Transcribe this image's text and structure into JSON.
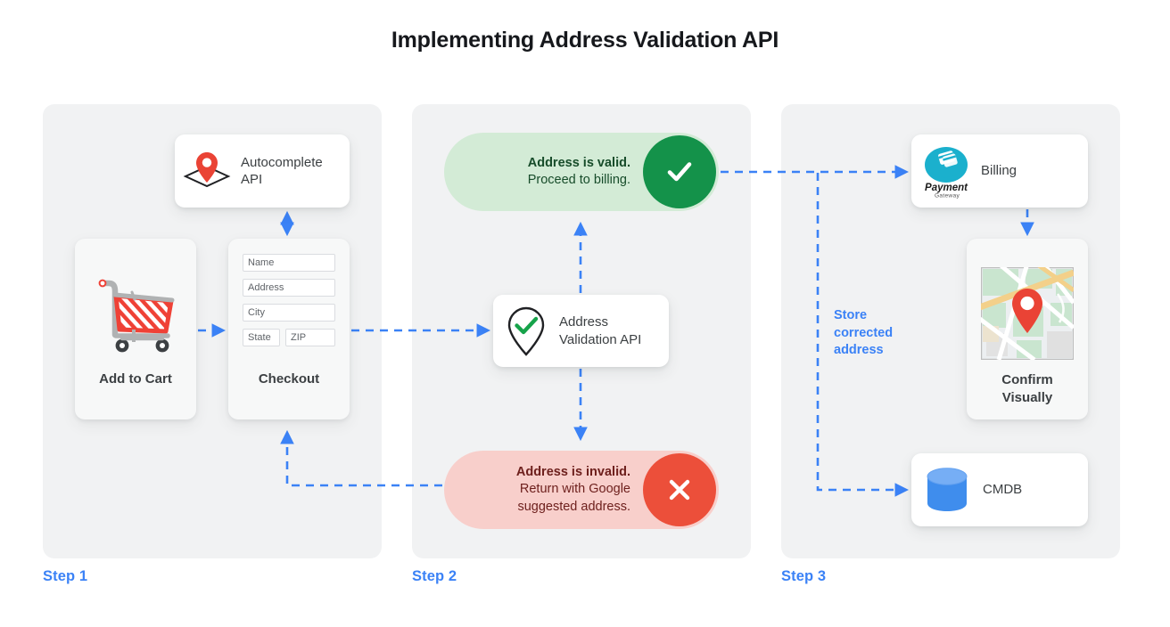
{
  "title": "Implementing Address Validation API",
  "accent": {
    "blue": "#3b82f6",
    "green": "#14924a",
    "green_pill": "#d3ebd6",
    "green_text": "#174c2a",
    "red": "#ec4f3a",
    "red_pill": "#f8cfcb",
    "red_text": "#6d1f1c",
    "panel": "#f1f2f3",
    "card": "#ffffff"
  },
  "steps": [
    {
      "label": "Step 1"
    },
    {
      "label": "Step 2"
    },
    {
      "label": "Step 3"
    }
  ],
  "step1": {
    "autocomplete": {
      "label_line1": "Autocomplete",
      "label_line2": "API",
      "icon": "map-pin-diamond-icon"
    },
    "add_to_cart": {
      "label": "Add to Cart",
      "icon": "shopping-cart-icon"
    },
    "checkout": {
      "label": "Checkout",
      "fields": [
        {
          "name": "name-field",
          "placeholder": "Name"
        },
        {
          "name": "address-field",
          "placeholder": "Address"
        },
        {
          "name": "city-field",
          "placeholder": "City"
        },
        {
          "name": "state-field",
          "placeholder": "State"
        },
        {
          "name": "zip-field",
          "placeholder": "ZIP"
        }
      ]
    }
  },
  "step2": {
    "valid": {
      "line1": "Address is valid.",
      "line2": "Proceed to billing.",
      "badge_icon": "check-icon"
    },
    "invalid": {
      "line1": "Address is invalid.",
      "line2": "Return with Google",
      "line3": "suggested address.",
      "badge_icon": "close-icon"
    },
    "validation_api": {
      "label_line1": "Address",
      "label_line2": "Validation API",
      "icon": "pin-check-icon"
    }
  },
  "step3": {
    "billing": {
      "label": "Billing",
      "logo_name": "Payment",
      "logo_sub": "Gateway",
      "icon": "payment-gateway-icon"
    },
    "confirm": {
      "label_line1": "Confirm",
      "label_line2": "Visually",
      "icon": "map-thumbnail-icon"
    },
    "cmdb": {
      "label": "CMDB",
      "icon": "database-cylinder-icon"
    },
    "store_note": {
      "line1": "Store",
      "line2": "corrected",
      "line3": "address"
    }
  }
}
